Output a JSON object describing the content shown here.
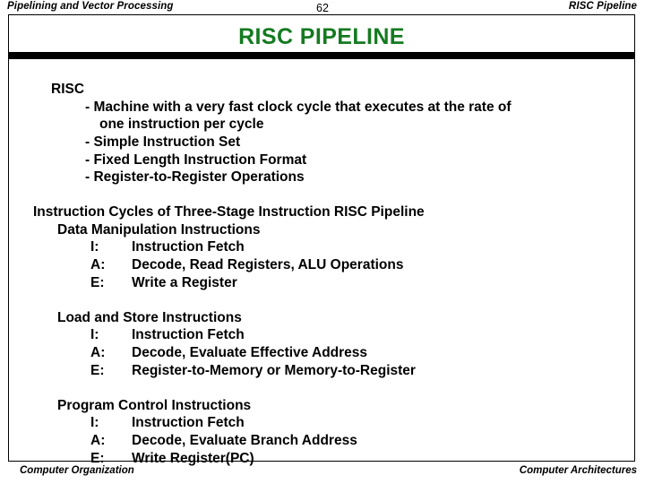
{
  "header": {
    "left": "Pipelining and Vector Processing",
    "page_number": "62",
    "right": "RISC Pipeline"
  },
  "slide": {
    "title": "RISC  PIPELINE",
    "title_color": "#157a21",
    "rule_color": "#000000"
  },
  "content": {
    "risc_heading": "RISC",
    "risc_bullets": [
      "- Machine with a very fast clock cycle that executes at the rate of",
      "one instruction per cycle",
      "- Simple Instruction Set",
      "- Fixed Length Instruction Format",
      "- Register-to-Register Operations"
    ],
    "cycles_heading": "Instruction Cycles of Three-Stage Instruction RISC Pipeline",
    "groups": [
      {
        "name": "Data Manipulation Instructions",
        "stages": [
          {
            "key": "I:",
            "desc": "Instruction Fetch"
          },
          {
            "key": "A:",
            "desc": "Decode, Read Registers, ALU Operations"
          },
          {
            "key": "E:",
            "desc": "Write a Register"
          }
        ]
      },
      {
        "name": "Load and Store Instructions",
        "stages": [
          {
            "key": "I:",
            "desc": "Instruction Fetch"
          },
          {
            "key": "A:",
            "desc": "Decode, Evaluate Effective Address"
          },
          {
            "key": "E:",
            "desc": "Register-to-Memory or Memory-to-Register"
          }
        ]
      },
      {
        "name": "Program Control Instructions",
        "stages": [
          {
            "key": "I:",
            "desc": "Instruction Fetch"
          },
          {
            "key": "A:",
            "desc": "Decode, Evaluate Branch Address"
          },
          {
            "key": "E:",
            "desc": "Write Register(PC)"
          }
        ]
      }
    ]
  },
  "footer": {
    "left": "Computer Organization",
    "right": "Computer Architectures"
  }
}
